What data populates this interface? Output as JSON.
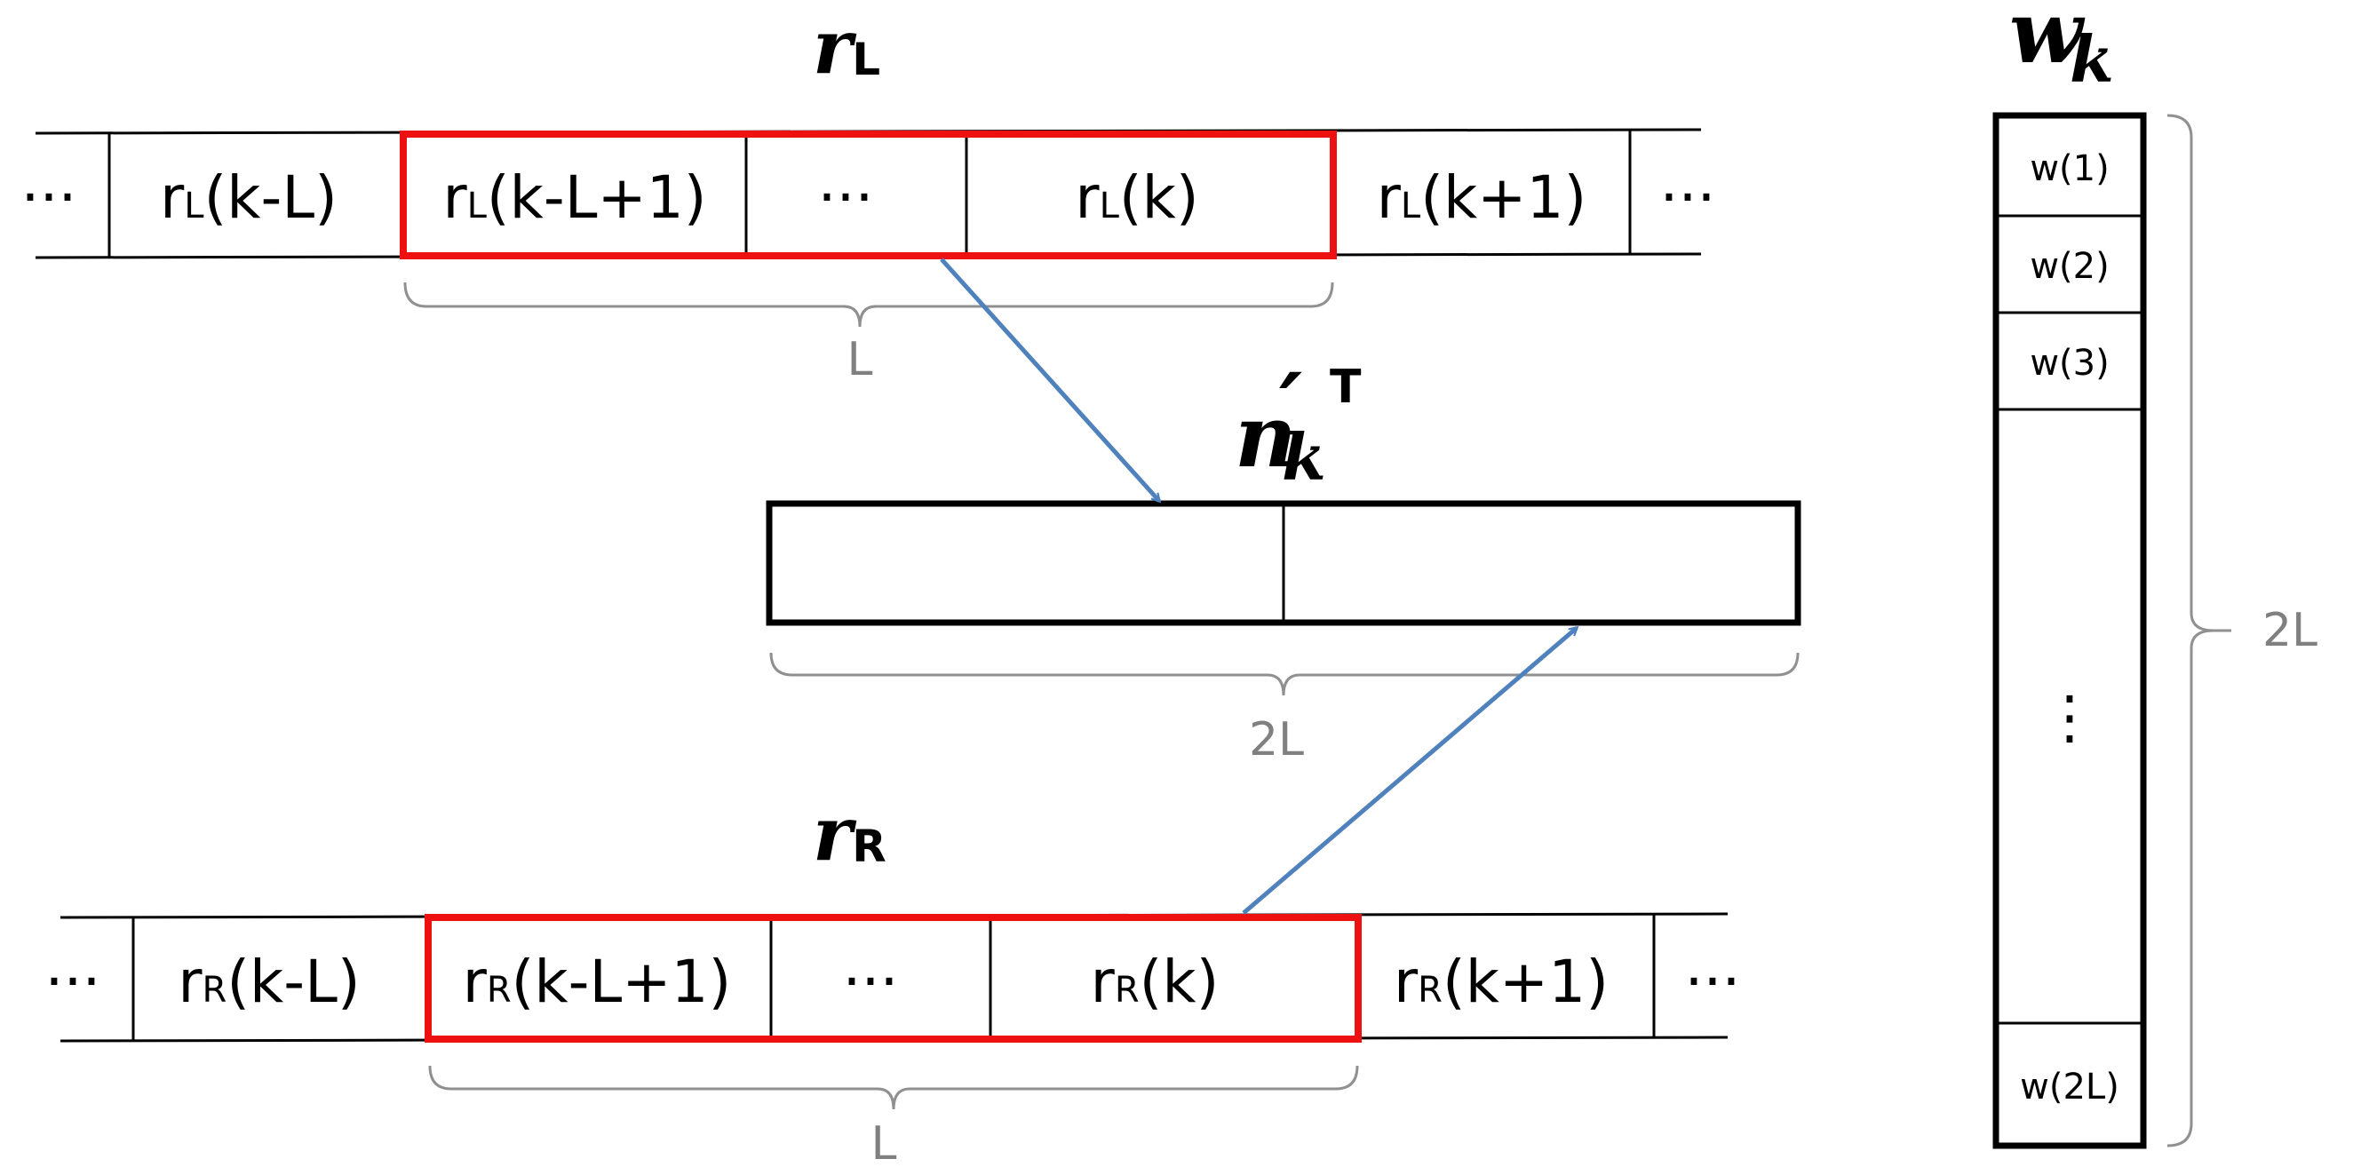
{
  "rL_array": {
    "title": {
      "main": "r",
      "sub": "L"
    },
    "cells": [
      {
        "main": "···",
        "sub": "",
        "arg": ""
      },
      {
        "main": "r",
        "sub": "L",
        "arg": "(k-L)"
      },
      {
        "main": "r",
        "sub": "L",
        "arg": "(k-L+1)"
      },
      {
        "main": "···",
        "sub": "",
        "arg": ""
      },
      {
        "main": "r",
        "sub": "L",
        "arg": "(k)"
      },
      {
        "main": "r",
        "sub": "L",
        "arg": "(k+1)"
      },
      {
        "main": "···",
        "sub": "",
        "arg": ""
      }
    ],
    "brace_label": "L"
  },
  "rR_array": {
    "title": {
      "main": "r",
      "sub": "R"
    },
    "cells": [
      {
        "main": "···",
        "sub": "",
        "arg": ""
      },
      {
        "main": "r",
        "sub": "R",
        "arg": "(k-L)"
      },
      {
        "main": "r",
        "sub": "R",
        "arg": "(k-L+1)"
      },
      {
        "main": "···",
        "sub": "",
        "arg": ""
      },
      {
        "main": "r",
        "sub": "R",
        "arg": "(k)"
      },
      {
        "main": "r",
        "sub": "R",
        "arg": "(k+1)"
      },
      {
        "main": "···",
        "sub": "",
        "arg": ""
      }
    ],
    "brace_label": "L"
  },
  "n_vector": {
    "title": {
      "main": "n",
      "prime": "′",
      "sub": "k",
      "sup": "T"
    },
    "brace_label": "2L"
  },
  "w_vector": {
    "title": {
      "main": "w",
      "sub": "k"
    },
    "cells": [
      "w(1)",
      "w(2)",
      "w(3)",
      "⋮",
      "w(2L)"
    ],
    "brace_label": "2L"
  },
  "colors": {
    "highlight": "#ee1111",
    "arrow": "#4f81bd",
    "brace": "#909090",
    "stroke": "#000000"
  }
}
